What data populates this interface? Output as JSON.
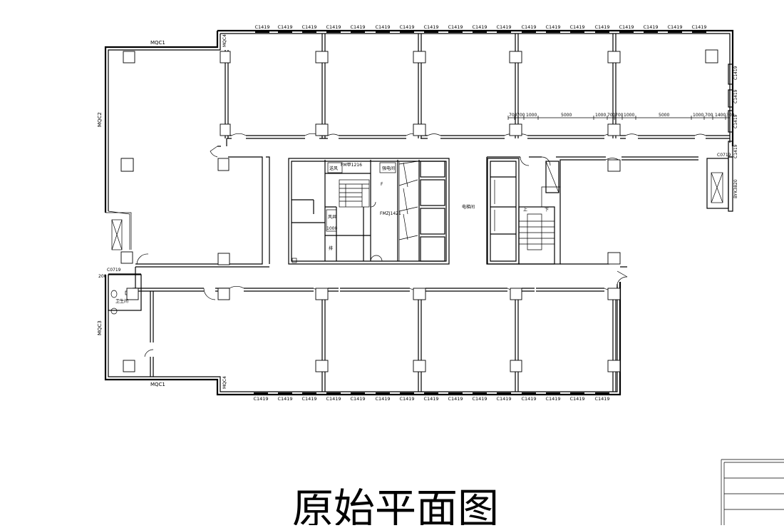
{
  "drawing": {
    "title": "原始平面图",
    "window_tag": "C1419",
    "curtain_walls": {
      "top": "MQC1",
      "bottom": "MQC1",
      "left_upper": "MQC2",
      "left_lower": "MQC3",
      "inner_upper": "MQC4",
      "inner_lower": "MQC4"
    },
    "right_side_tags": [
      "C1419",
      "C1419",
      "C1419",
      "C1419"
    ],
    "right_corridor_door": "C0719",
    "right_box_label": "BYK3820",
    "dimensions": [
      "700",
      "700",
      "1000",
      "5000",
      "1000",
      "700",
      "700",
      "1000",
      "5000",
      "1000",
      "700",
      "1400",
      "300"
    ],
    "core_labels": {
      "fire_door_top": "FM甲1216",
      "fire_door_mid": "FMZJ1421",
      "supply_air": "送风",
      "strong_electric": "强电间",
      "air_shaft": "风井",
      "shaft_dim": "1000",
      "exhaust": "排",
      "elevator_hall": "电梯间",
      "stair_up": "上",
      "stair_down": "下",
      "level_mark": "F"
    },
    "toilet": {
      "label": "卫生间",
      "door": "C0719",
      "dim": "200"
    }
  }
}
